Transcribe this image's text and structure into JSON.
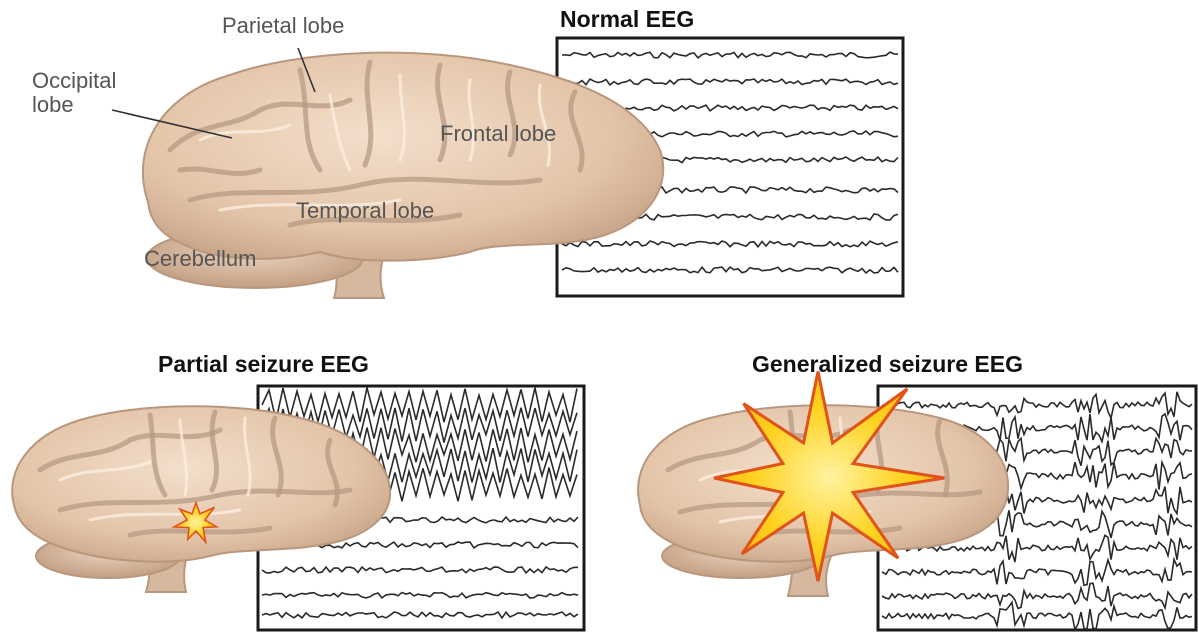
{
  "labels": {
    "parietal": "Parietal lobe",
    "occipital_line1": "Occipital",
    "occipital_line2": "lobe",
    "frontal": "Frontal lobe",
    "temporal": "Temporal lobe",
    "cerebellum": "Cerebellum"
  },
  "panels": {
    "normal_title": "Normal EEG",
    "partial_title": "Partial seizure EEG",
    "generalized_title": "Generalized seizure EEG"
  },
  "colors": {
    "brain": "#e7cbb1",
    "brain_shadow": "#c8a68b",
    "seizure_fill": "#ffd21f",
    "seizure_outline": "#e0531a",
    "trace": "#2a2a2a"
  }
}
